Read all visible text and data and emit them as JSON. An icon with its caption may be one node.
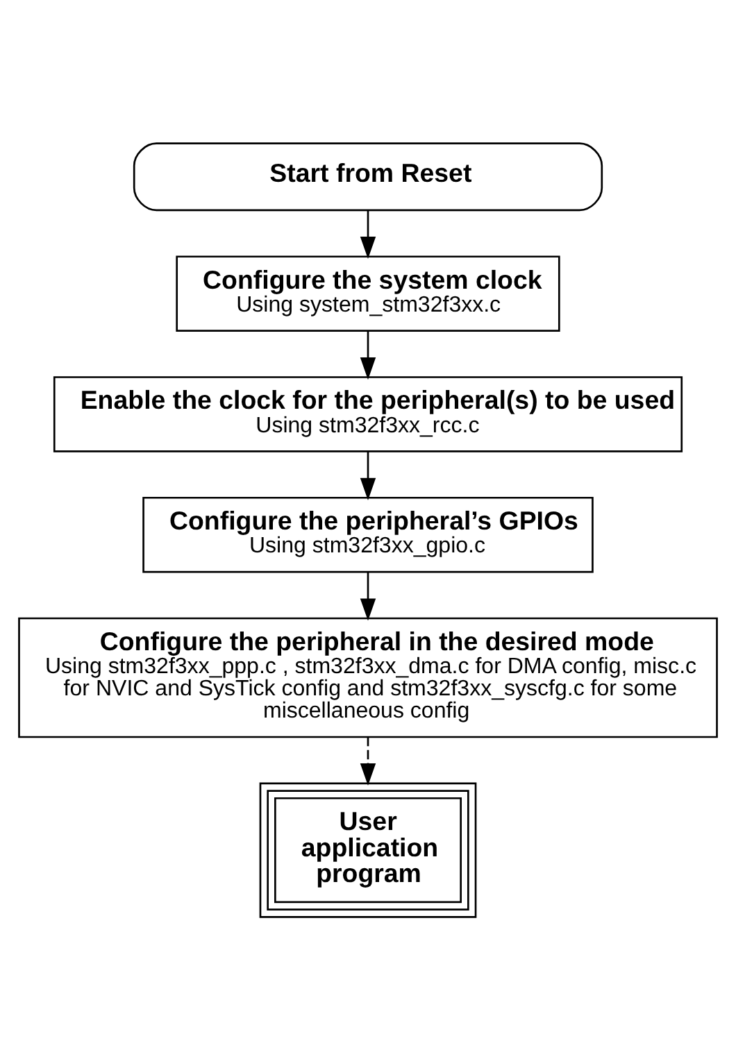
{
  "diagram": {
    "nodes": [
      {
        "text": [
          "Start from Reset"
        ]
      },
      {
        "text": [
          "Configure the system clock",
          "Using system_stm32f3xx.c"
        ]
      },
      {
        "text": [
          "Enable the clock for the peripheral(s) to be used",
          "Using stm32f3xx_rcc.c"
        ]
      },
      {
        "text": [
          "Configure the peripheral’s GPIOs",
          "Using stm32f3xx_gpio.c"
        ]
      },
      {
        "text": [
          "Configure the peripheral in the desired mode",
          "Using stm32f3xx_ppp.c , stm32f3xx_dma.c for DMA config, misc.c for NVIC and SysTick config and stm32f3xx_syscfg.c for some miscellaneous config"
        ]
      },
      {
        "text": [
          "User application program"
        ]
      }
    ],
    "edges": [
      {
        "from": 0,
        "to": 1,
        "arrow": "to"
      },
      {
        "from": 1,
        "to": 2,
        "arrow": "to"
      },
      {
        "from": 2,
        "to": 3,
        "arrow": "to"
      },
      {
        "from": 3,
        "to": 4,
        "arrow": "to"
      },
      {
        "from": 4,
        "to": 5,
        "arrow": "to",
        "style": "dashed"
      }
    ]
  }
}
